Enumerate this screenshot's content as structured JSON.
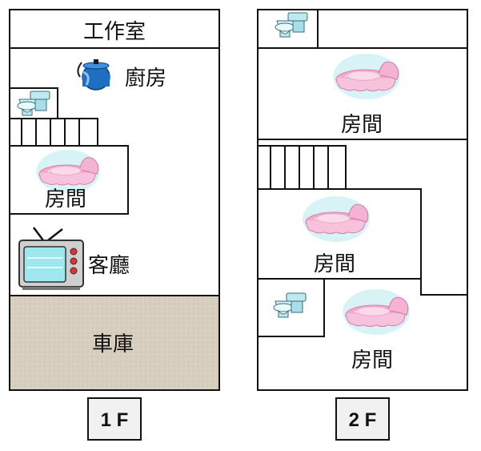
{
  "floor_1": {
    "floor_label": "1 F",
    "rooms": {
      "studio": "工作室",
      "kitchen": "廚房",
      "bedroom": "房間",
      "living_room": "客廳",
      "garage": "車庫"
    },
    "icons": [
      "kettle-icon",
      "toilet-icon",
      "stairs-icon",
      "bed-icon",
      "tv-icon"
    ]
  },
  "floor_2": {
    "floor_label": "2 F",
    "rooms": {
      "bedroom_top": "房間",
      "bedroom_middle": "房間",
      "bedroom_bottom": "房間"
    },
    "icons": [
      "toilet-icon",
      "stairs-icon",
      "bed-icon"
    ]
  },
  "colors": {
    "wall": "#111111",
    "garage_fill": "#d9cfc0",
    "kettle": "#1f6fc1",
    "bed_pink": "#f3b6d3",
    "bed_cyan": "#c9eef2",
    "tv_screen": "#9ee7ee",
    "toilet": "#bfe8f0"
  }
}
